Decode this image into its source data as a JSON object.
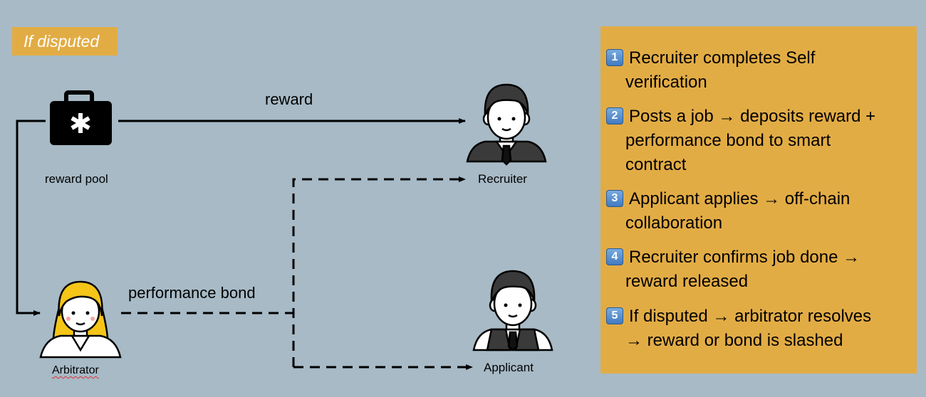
{
  "tag": "If disputed",
  "labels": {
    "reward": "reward",
    "performance_bond": "performance bond",
    "reward_pool": "reward pool",
    "recruiter": "Recruiter",
    "arbitrator": "Arbitrator",
    "applicant": "Applicant"
  },
  "steps": [
    {
      "num": "1",
      "line1": "Recruiter completes Self",
      "line2": "verification",
      "line3": ""
    },
    {
      "num": "2",
      "line1": "Posts a job → deposits reward +",
      "line2": "performance bond to smart",
      "line3": "contract"
    },
    {
      "num": "3",
      "line1": "Applicant applies → off-chain",
      "line2": "collaboration",
      "line3": ""
    },
    {
      "num": "4",
      "line1": "Recruiter confirms job done →",
      "line2": "reward released",
      "line3": ""
    },
    {
      "num": "5",
      "line1": "If disputed → arbitrator resolves",
      "line2": "→ reward or bond is slashed",
      "line3": ""
    }
  ],
  "icons": {
    "pool": "medical-briefcase-icon",
    "recruiter": "businessman-icon",
    "arbitrator": "woman-doctor-icon",
    "applicant": "businessman-vest-icon"
  }
}
